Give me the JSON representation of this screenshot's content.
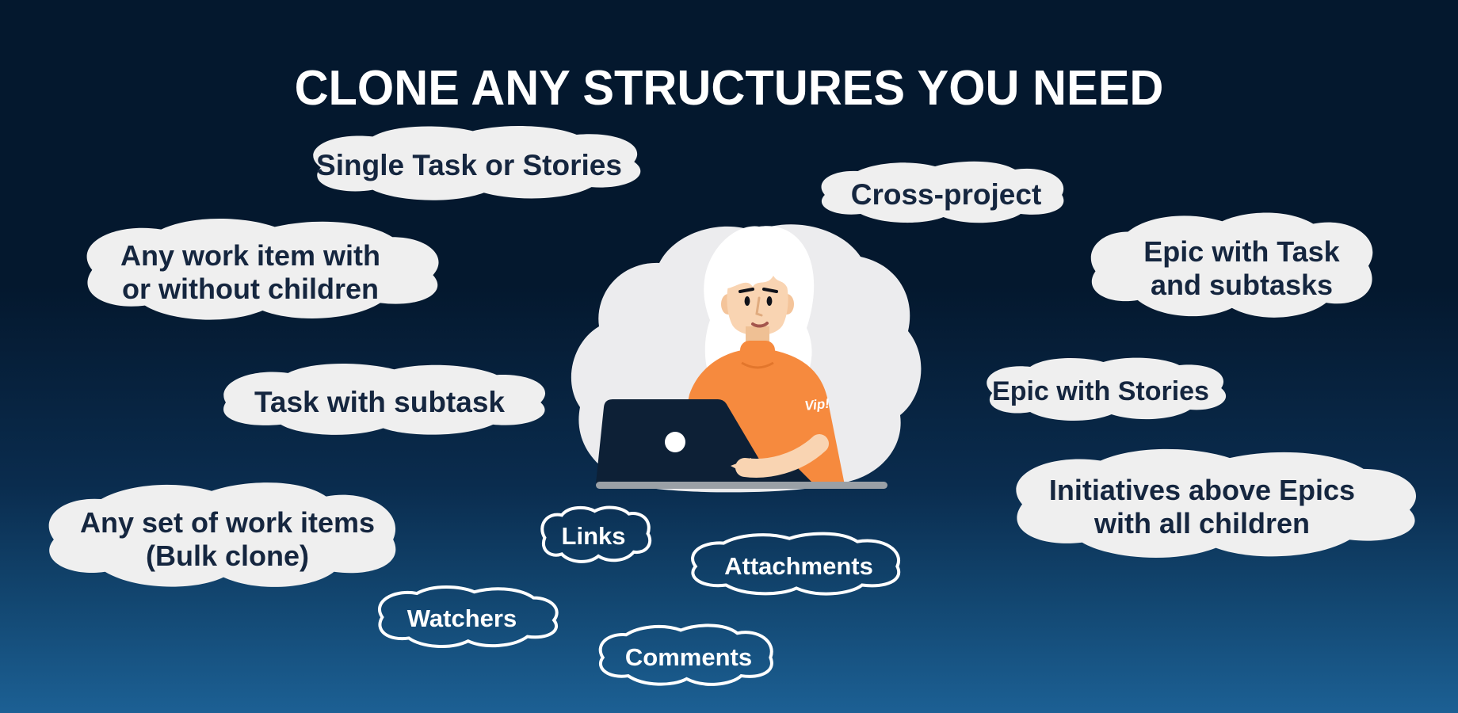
{
  "title": "CLONE ANY STRUCTURES YOU NEED",
  "solid_clouds": [
    {
      "id": "single-task-or-stories",
      "line1": "Single Task or Stories"
    },
    {
      "id": "cross-project",
      "line1": "Cross-project"
    },
    {
      "id": "any-work-item",
      "line1": "Any work item with",
      "line2": "or without children"
    },
    {
      "id": "epic-with-task-and-subtasks",
      "line1": "Epic with Task",
      "line2": "and subtasks"
    },
    {
      "id": "task-with-subtask",
      "line1": "Task with subtask"
    },
    {
      "id": "epic-with-stories",
      "line1": "Epic with Stories"
    },
    {
      "id": "any-set-of-work-items",
      "line1": "Any set of work items",
      "line2": "(Bulk clone)"
    },
    {
      "id": "initiatives-above-epics",
      "line1": "Initiatives above Epics",
      "line2": "with all children"
    }
  ],
  "outline_clouds": [
    {
      "id": "links",
      "label": "Links"
    },
    {
      "id": "attachments",
      "label": "Attachments"
    },
    {
      "id": "watchers",
      "label": "Watchers"
    },
    {
      "id": "comments",
      "label": "Comments"
    }
  ],
  "illustration": {
    "description": "woman with white hair in orange turtleneck working on laptop",
    "shirt_logo": "Vip!"
  },
  "colors": {
    "background_top": "#04182e",
    "background_bottom": "#1c6094",
    "cloud_fill": "#efefef",
    "cloud_text": "#15263f",
    "outline_cloud": "#ffffff",
    "title_text": "#ffffff",
    "sweater_orange": "#f68a3e",
    "skin": "#f9d4b2",
    "laptop": "#0d2036",
    "desk": "#9aa0a6"
  }
}
